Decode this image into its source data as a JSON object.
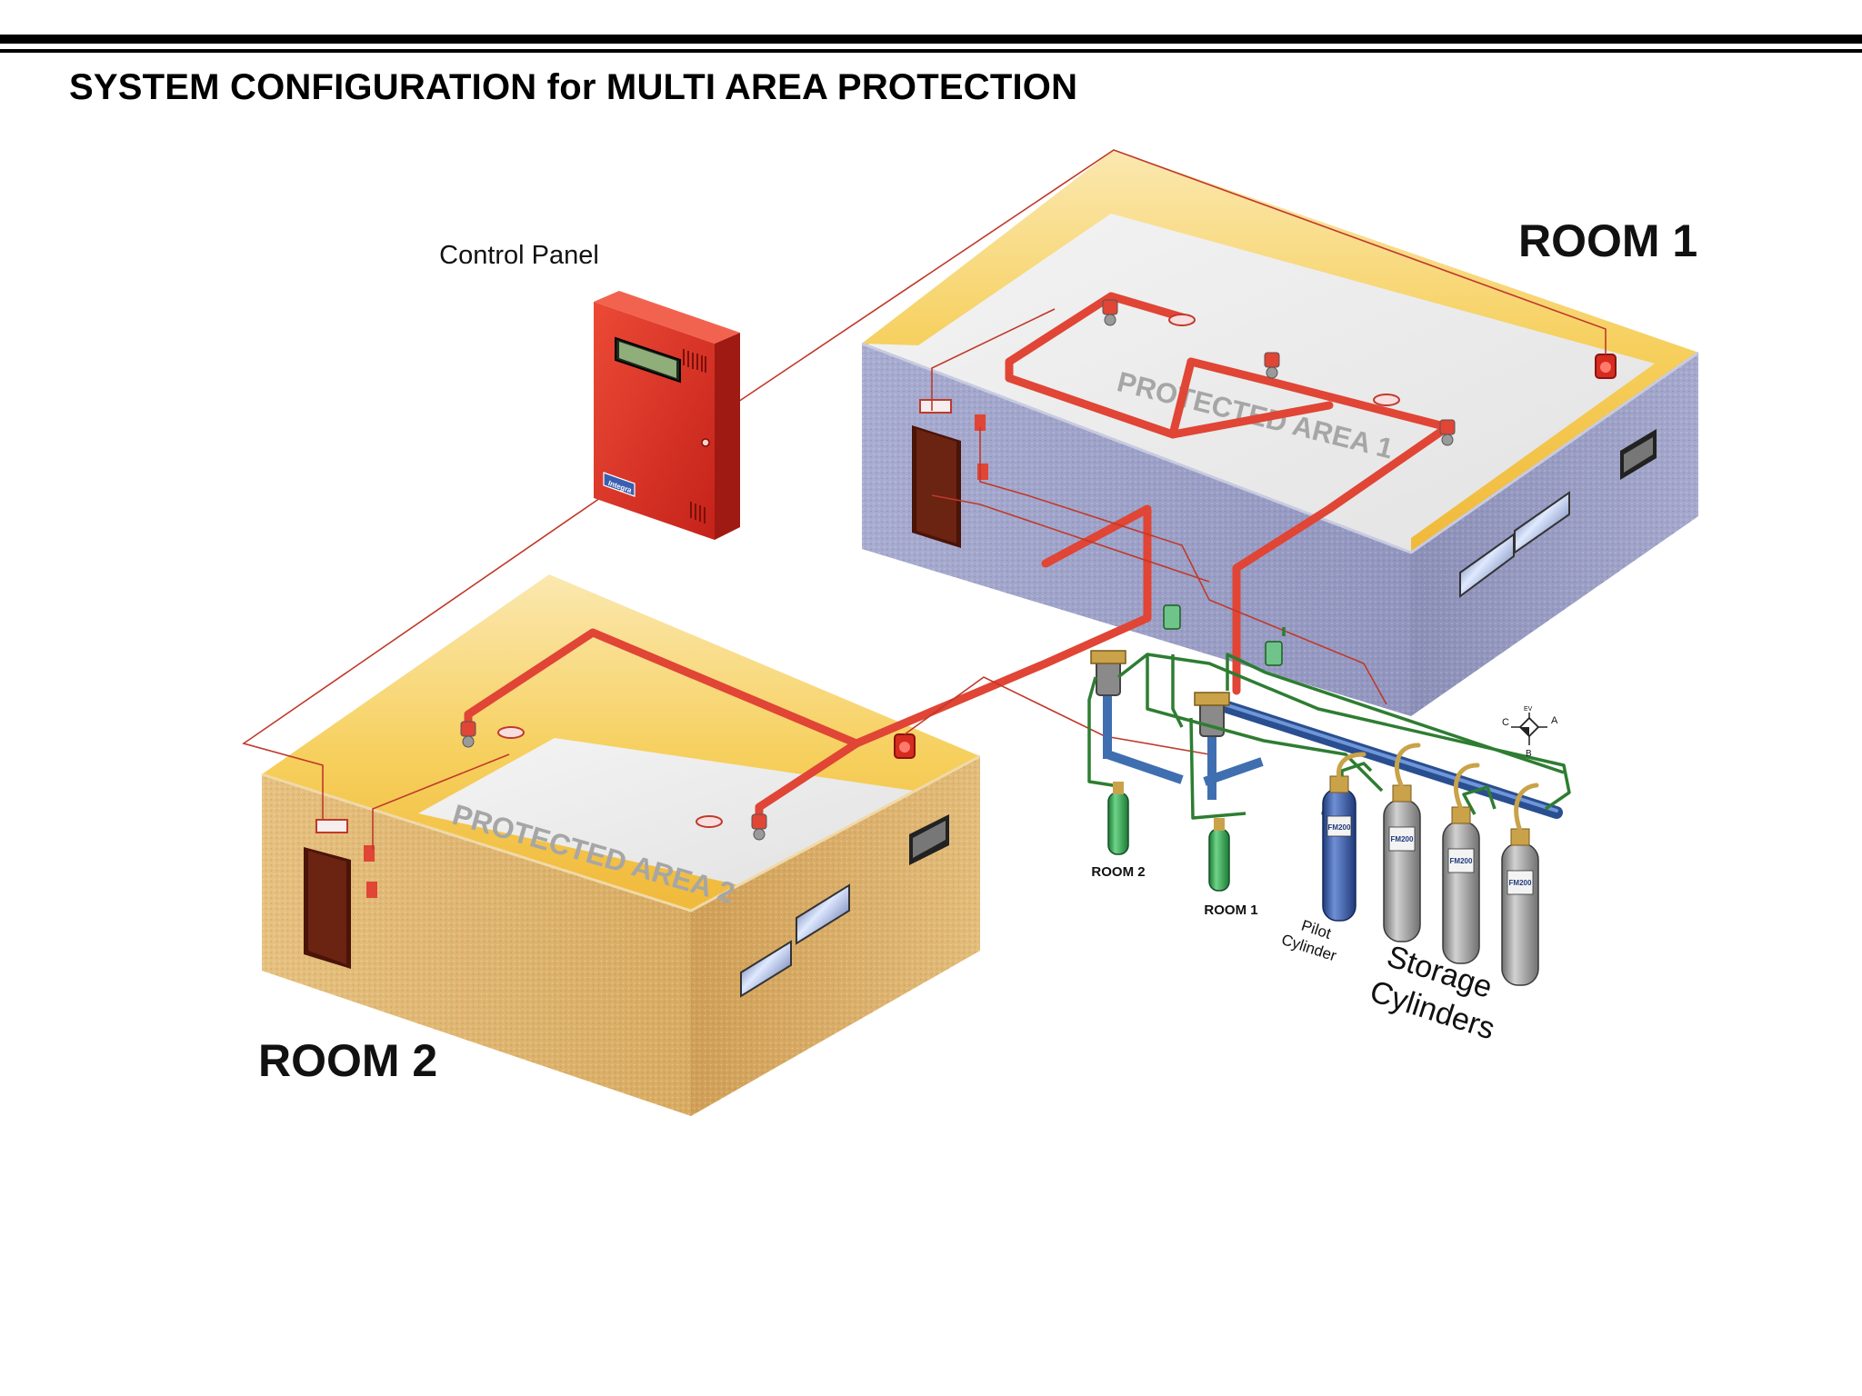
{
  "title": "SYSTEM CONFIGURATION for MULTI AREA PROTECTION",
  "labels": {
    "control_panel": "Control Panel",
    "room1": "ROOM 1",
    "room2": "ROOM 2",
    "protected_area_1": "PROTECTED AREA 1",
    "protected_area_2": "PROTECTED AREA 2",
    "valve_room2": "ROOM 2",
    "valve_room1": "ROOM 1",
    "pilot_line1": "Pilot",
    "pilot_line2": "Cylinder",
    "storage_line1": "Storage",
    "storage_line2": "Cylinders",
    "valve_c": "C",
    "valve_a": "A",
    "valve_b": "B",
    "valve_ev": "EV",
    "panel_brand": "Integra",
    "cylinder_brand": "FM200"
  },
  "colors": {
    "panel_red": "#d62b1f",
    "pipe_red": "#e04535",
    "wire_red": "#c0392b",
    "room1_wall": "#9fa3c8",
    "room2_wall": "#dfb673",
    "ceiling_yellow": "#f5c742",
    "floor_grey": "#ececec",
    "pilot_line_green": "#2e7d32",
    "manifold_blue": "#3f6fb0",
    "cylinder_grey": "#9a9a9a",
    "pilot_cylinder_blue": "#2f4f9e",
    "nitrogen_green": "#2fa04a"
  },
  "icons": [
    "fire-alarm-panel-icon",
    "smoke-detector-icon",
    "nozzle-icon",
    "alarm-bell-icon",
    "abort-station-icon",
    "pressure-switch-icon",
    "selector-valve-icon",
    "gas-cylinder-icon",
    "solenoid-valve-icon"
  ]
}
